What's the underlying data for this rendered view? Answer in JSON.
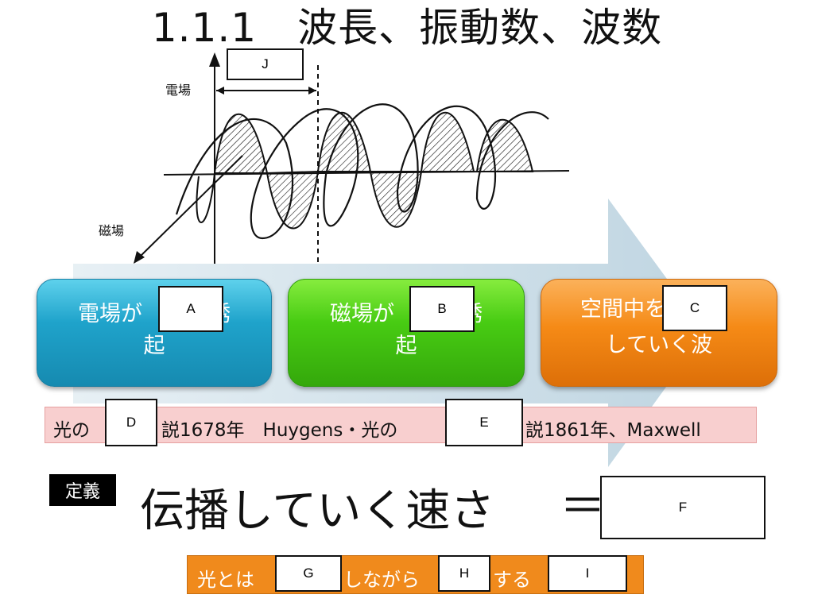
{
  "title": "1.1.1　波長、振動数、波数",
  "diagram": {
    "electric_field_label": "電場",
    "magnetic_field_label": "磁場",
    "blank_j": "J"
  },
  "flow": {
    "card1": {
      "before": "電場が",
      "blank": "A",
      "after": "誘",
      "line2": "起"
    },
    "card2": {
      "before": "磁場が",
      "blank": "B",
      "after": "誘",
      "line2": "起"
    },
    "card3": {
      "before": "空間中を",
      "blank": "C",
      "line2": "していく波"
    }
  },
  "history_bar": {
    "part1": "光の",
    "blank_d": "D",
    "part2": "説1678年　Huygens・光の",
    "blank_e": "E",
    "part3": "説1861年、Maxwell"
  },
  "definition": {
    "badge": "定義",
    "text": "伝播していく速さ",
    "equals": "＝",
    "blank_f": "F"
  },
  "light_bar": {
    "part1": "光とは",
    "blank_g": "G",
    "part2": "しながら",
    "blank_h": "H",
    "part3": "する",
    "blank_i": "I"
  },
  "colors": {
    "arrow": "#c9dde8",
    "card_blue": "#1fa3cb",
    "card_green": "#48cc13",
    "card_orange": "#f58a16",
    "pink_bar": "#f8cfcf",
    "orange_bar": "#f08a1c"
  }
}
